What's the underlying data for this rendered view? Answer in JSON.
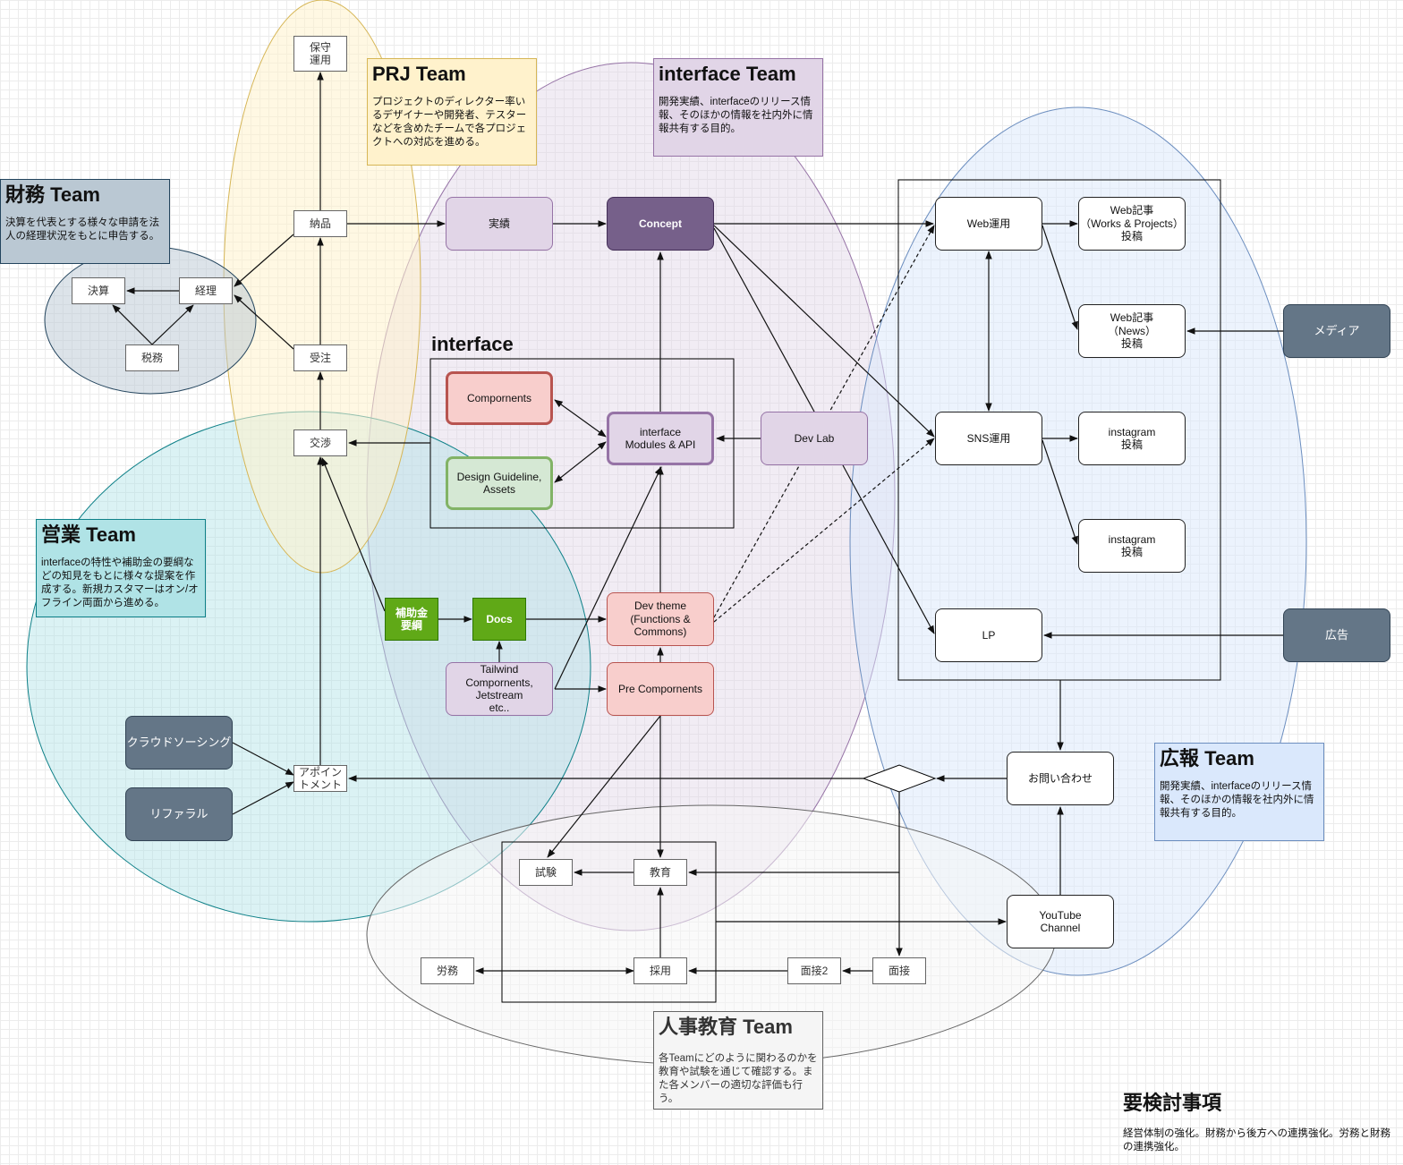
{
  "teams": {
    "prj": {
      "title": "PRJ Team",
      "desc": "プロジェクトのディレクター率いるデザイナーや開発者、テスターなどを含めたチームで各プロジェクトへの対応を進める。"
    },
    "interface": {
      "title": "interface Team",
      "desc": "開発実績、interfaceのリリース情報、そのほかの情報を社内外に情報共有する目的。"
    },
    "zaimu": {
      "title": "財務 Team",
      "desc": "決算を代表とする様々な申請を法人の経理状況をもとに申告する。"
    },
    "eigyo": {
      "title": "営業 Team",
      "desc": "interfaceの特性や補助金の要綱などの知見をもとに様々な提案を作成する。新規カスタマーはオン/オフライン両面から進める。"
    },
    "koho": {
      "title": "広報 Team",
      "desc": "開発実績、interfaceのリリース情報、そのほかの情報を社内外に情報共有する目的。"
    },
    "jinji": {
      "title": "人事教育 Team",
      "desc": "各Teamにどのように関わるのかを教育や試験を通じて確認する。また各メンバーの適切な評価も行う。"
    }
  },
  "interface_group_title": "interface",
  "todo": {
    "title": "要検討事項",
    "body": "経営体制の強化。財務から後方への連携強化。労務と財務の連携強化。"
  },
  "nodes": {
    "hoshu": "保守\n運用",
    "nohin": "納品",
    "juchu": "受注",
    "kosho": "交渉",
    "appoint": "アポイン\nトメント",
    "kessan": "決算",
    "keiri": "経理",
    "zeimu": "税務",
    "jisseki": "実績",
    "concept": "Concept",
    "components": "Compornents",
    "design": "Design Guideline,\nAssets",
    "modules": "interface\nModules & API",
    "devlab": "Dev Lab",
    "hojokin": "補助金\n要綱",
    "docs": "Docs",
    "devtheme": "Dev theme\n(Functions &\nCommons)",
    "tailwind": "Tailwind\nCompornents,\nJetstream\netc..",
    "precomp": "Pre Compornents",
    "crowd": "クラウドソーシング",
    "referral": "リファラル",
    "webunyo": "Web運用",
    "webworks": "Web記事\n（Works & Projects）\n投稿",
    "webnews": "Web記事\n（News）\n投稿",
    "snsunyo": "SNS運用",
    "insta1": "instagram\n投稿",
    "insta2": "instagram\n投稿",
    "lp": "LP",
    "media": "メディア",
    "ad": "広告",
    "toiawase": "お問い合わせ",
    "youtube": "YouTube\nChannel",
    "shiken": "試験",
    "kyoiku": "教育",
    "romu": "労務",
    "saiyo": "採用",
    "mensetsu2": "面接2",
    "mensetsu": "面接"
  }
}
